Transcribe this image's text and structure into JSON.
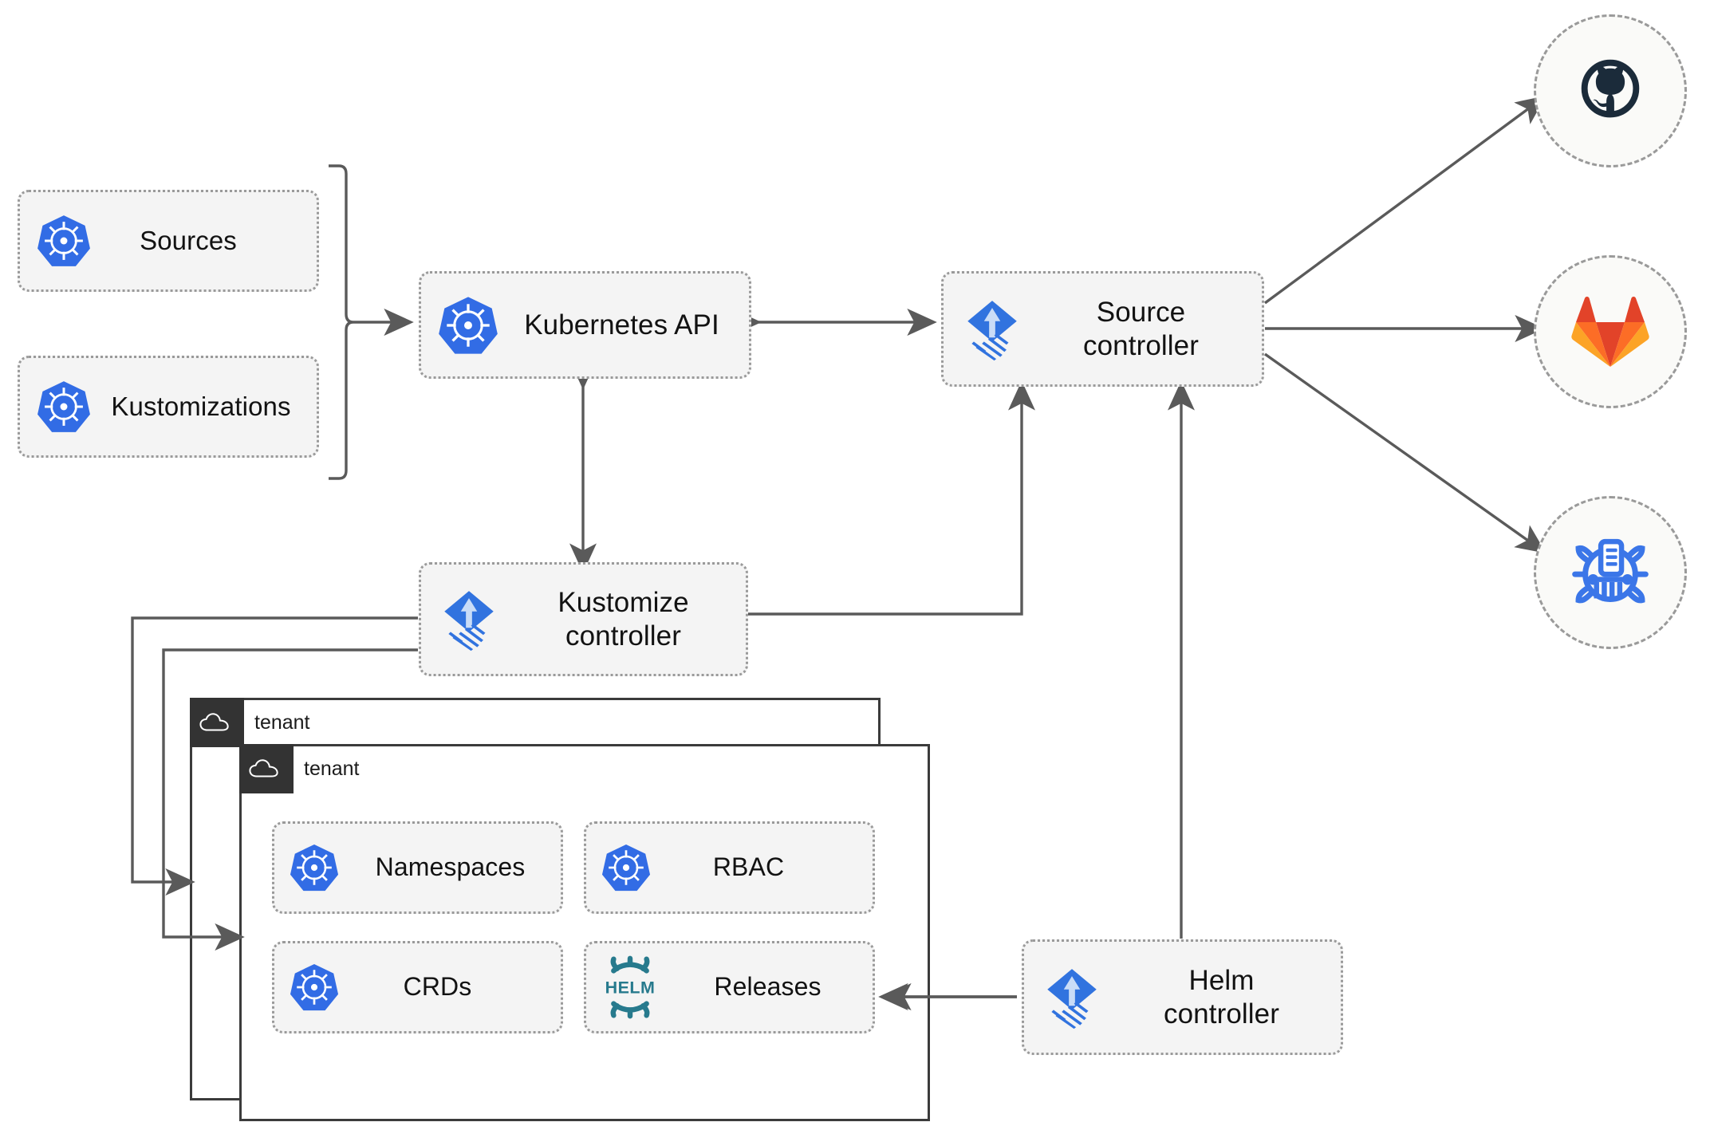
{
  "diagram": {
    "title": "Flux multi-tenancy architecture",
    "colors": {
      "k8s_blue": "#326ce5",
      "flux_blue": "#3173df",
      "helm_teal": "#277a8d",
      "github_navy": "#1b2b3a",
      "gitlab_orange": "#e24329",
      "gitlab_amber": "#fc9b36",
      "node_fill": "#f4f4f4",
      "node_border": "#9a9a9a",
      "wire": "#5a5a5a",
      "tenant_header": "#333333"
    }
  },
  "nodes": {
    "sources": {
      "label": "Sources",
      "icon": "kubernetes-icon"
    },
    "kustomizations": {
      "label": "Kustomizations",
      "icon": "kubernetes-icon"
    },
    "kubernetes_api": {
      "label": "Kubernetes API",
      "icon": "kubernetes-icon"
    },
    "source_controller": {
      "label": "Source\ncontroller",
      "icon": "flux-icon"
    },
    "kustomize_controller": {
      "label": "Kustomize\ncontroller",
      "icon": "flux-icon"
    },
    "helm_controller": {
      "label": "Helm\ncontroller",
      "icon": "flux-icon"
    },
    "namespaces": {
      "label": "Namespaces",
      "icon": "kubernetes-icon"
    },
    "rbac": {
      "label": "RBAC",
      "icon": "kubernetes-icon"
    },
    "crds": {
      "label": "CRDs",
      "icon": "kubernetes-icon"
    },
    "releases": {
      "label": "Releases",
      "icon": "helm-icon"
    }
  },
  "tenants": [
    {
      "label": "tenant",
      "icon": "cloud-icon"
    },
    {
      "label": "tenant",
      "icon": "cloud-icon"
    }
  ],
  "repositories": [
    {
      "name": "github",
      "icon": "github-icon"
    },
    {
      "name": "gitlab",
      "icon": "gitlab-icon"
    },
    {
      "name": "helm-repository",
      "icon": "helm-chart-repository-icon"
    }
  ],
  "edges": [
    {
      "from": "sources",
      "to": "kubernetes-api",
      "kind": "brace-arrow"
    },
    {
      "from": "kustomizations",
      "to": "kubernetes-api",
      "kind": "brace-arrow"
    },
    {
      "from": "kubernetes-api",
      "to": "source-controller",
      "kind": "bidirectional"
    },
    {
      "from": "kubernetes-api",
      "to": "kustomize-controller",
      "kind": "bidirectional"
    },
    {
      "from": "kustomize-controller",
      "to": "source-controller",
      "kind": "arrow"
    },
    {
      "from": "helm-controller",
      "to": "source-controller",
      "kind": "arrow"
    },
    {
      "from": "kustomize-controller",
      "to": "tenant-1",
      "kind": "arrow"
    },
    {
      "from": "kustomize-controller",
      "to": "tenant-2",
      "kind": "arrow"
    },
    {
      "from": "helm-controller",
      "to": "releases",
      "kind": "arrow"
    },
    {
      "from": "source-controller",
      "to": "github",
      "kind": "arrow"
    },
    {
      "from": "source-controller",
      "to": "gitlab",
      "kind": "arrow"
    },
    {
      "from": "source-controller",
      "to": "helm-repository",
      "kind": "arrow"
    }
  ]
}
